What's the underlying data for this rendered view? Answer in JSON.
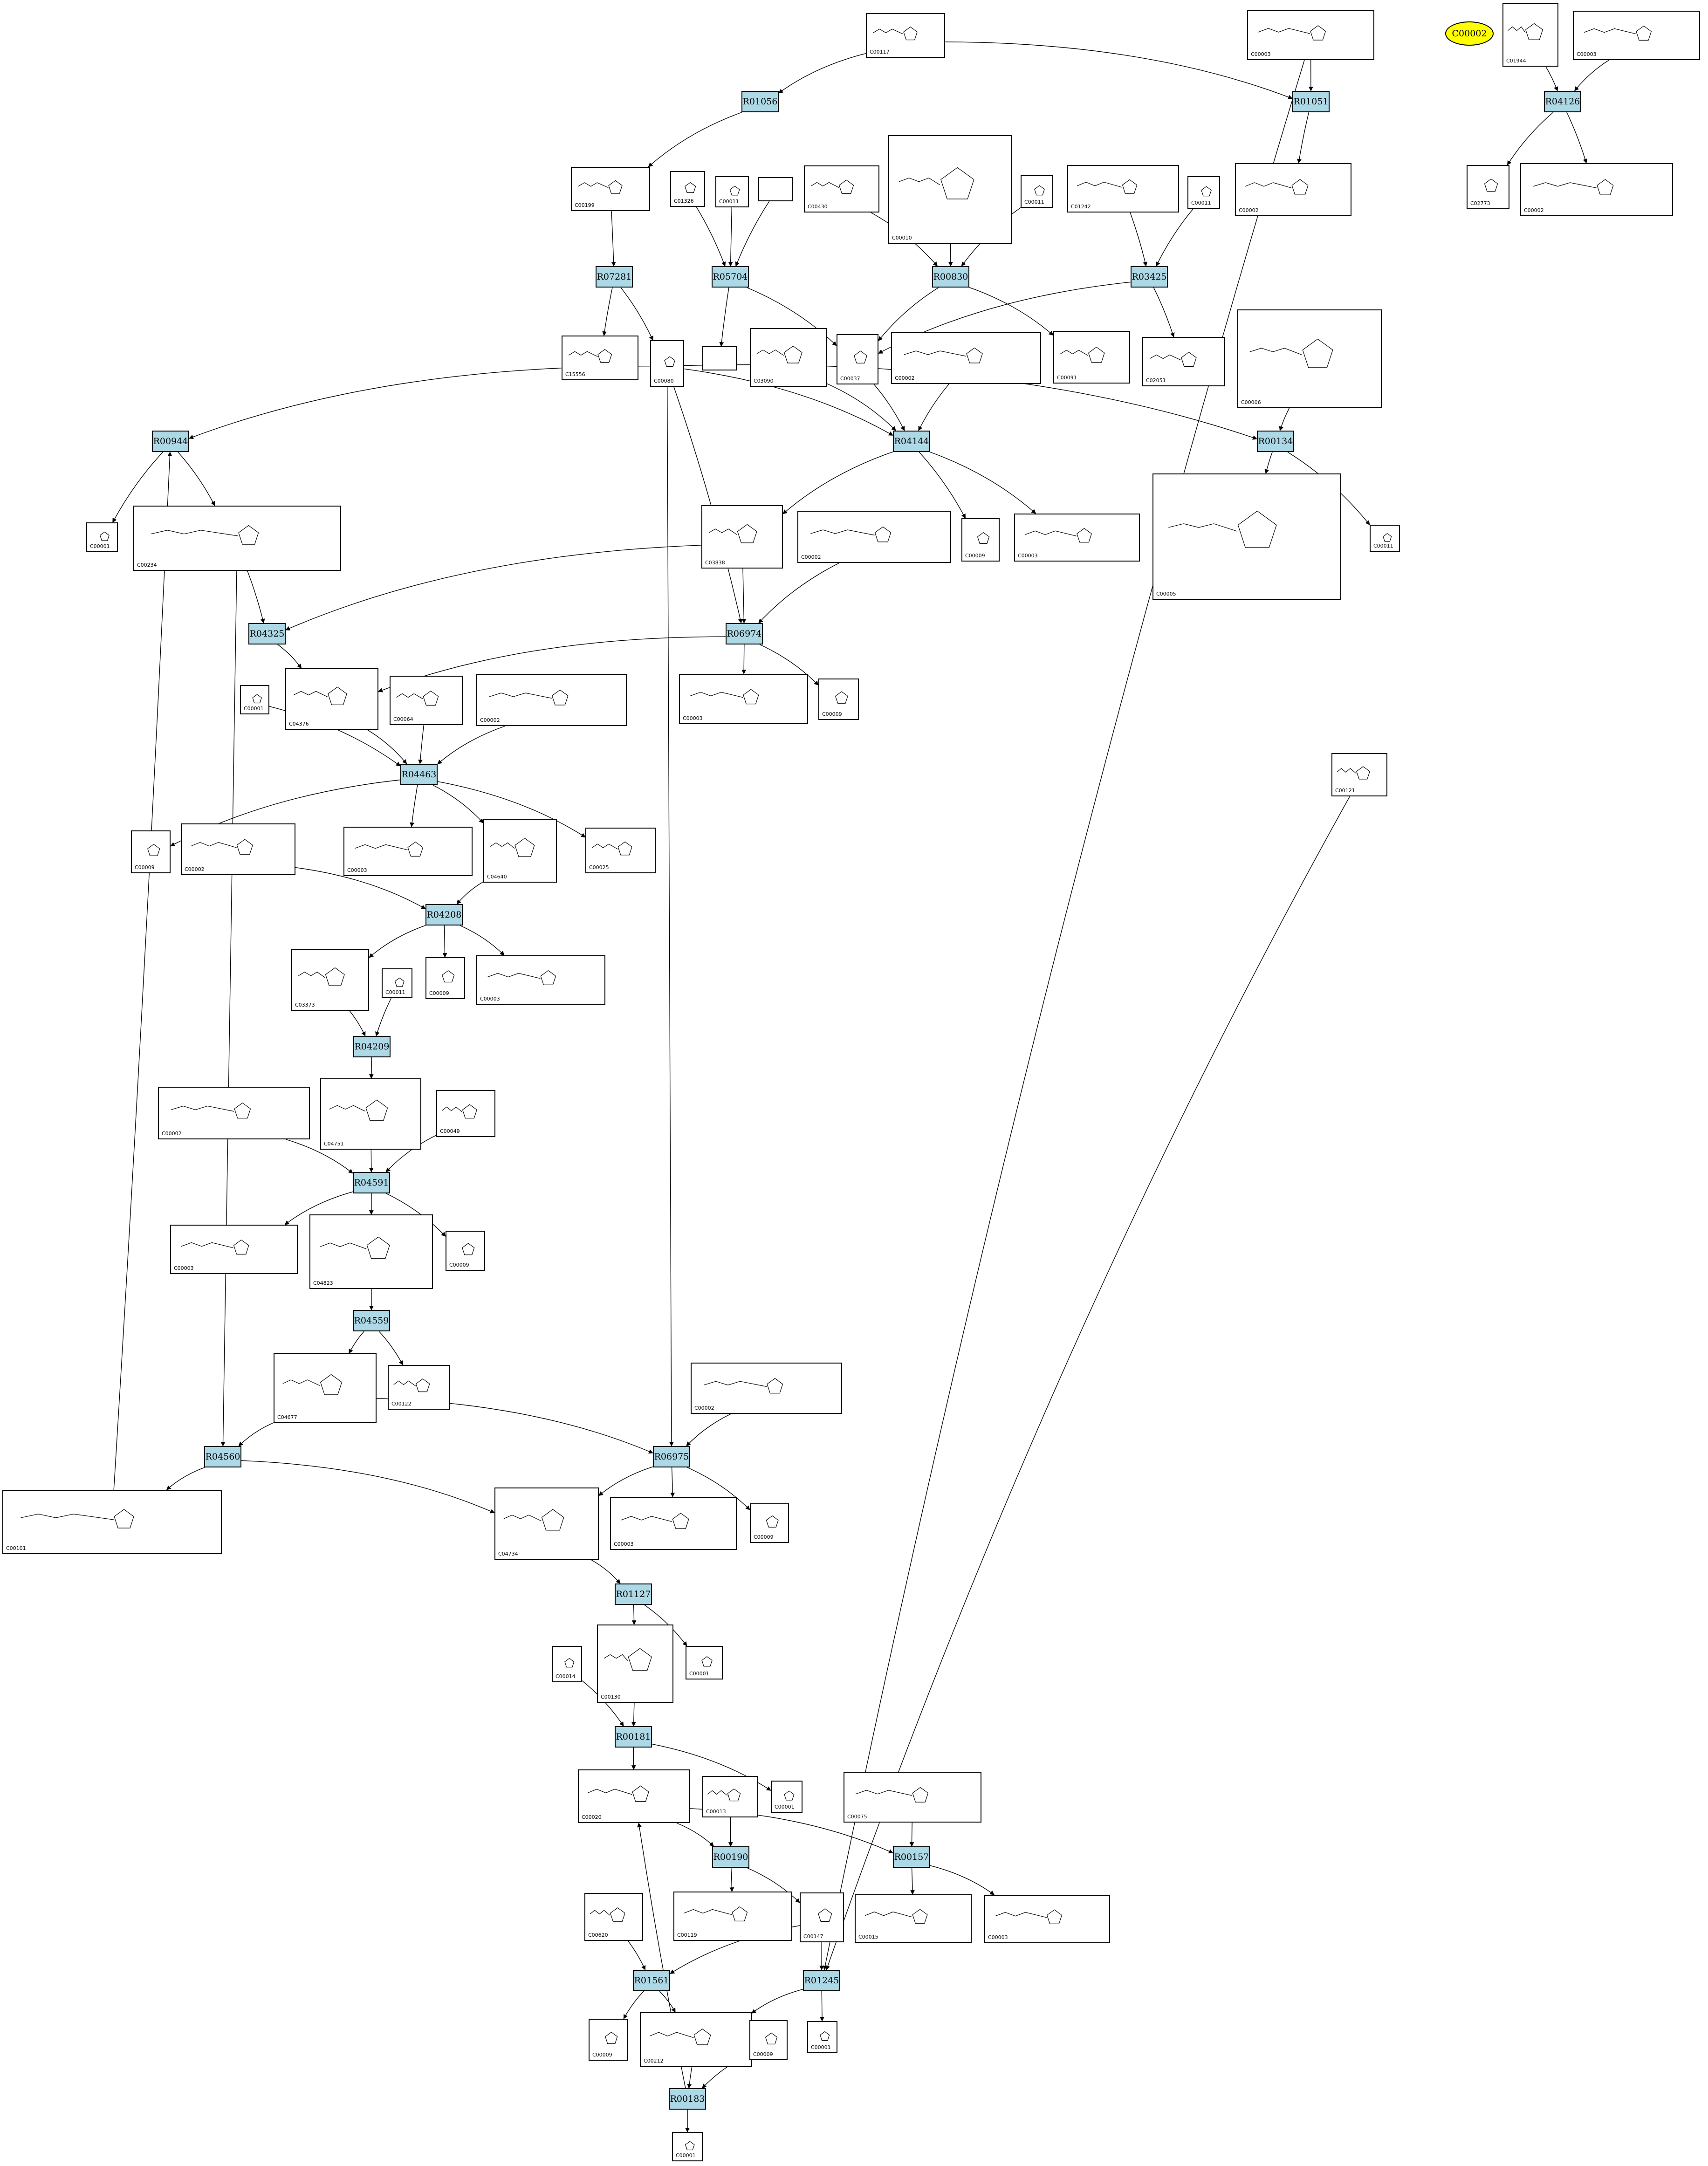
{
  "highlight": {
    "id": "C00002",
    "fill": "#ffff00"
  },
  "colors": {
    "reaction_fill": "#add8e6",
    "border": "#000000",
    "highlight": "#ffff00"
  },
  "reactions": [
    {
      "id": "R01056"
    },
    {
      "id": "R01051"
    },
    {
      "id": "R04126"
    },
    {
      "id": "R07281"
    },
    {
      "id": "R05704"
    },
    {
      "id": "R00830"
    },
    {
      "id": "R03425"
    },
    {
      "id": "R00944"
    },
    {
      "id": "R04144"
    },
    {
      "id": "R00134"
    },
    {
      "id": "R04325"
    },
    {
      "id": "R06974"
    },
    {
      "id": "R04463"
    },
    {
      "id": "R04208"
    },
    {
      "id": "R04209"
    },
    {
      "id": "R04591"
    },
    {
      "id": "R04559"
    },
    {
      "id": "R04560"
    },
    {
      "id": "R06975"
    },
    {
      "id": "R01127"
    },
    {
      "id": "R00181"
    },
    {
      "id": "R00190"
    },
    {
      "id": "R00157"
    },
    {
      "id": "R01561"
    },
    {
      "id": "R01245"
    },
    {
      "id": "R00183"
    }
  ],
  "compounds": [
    {
      "id": "C00117"
    },
    {
      "id": "C00003"
    },
    {
      "id": "C01944"
    },
    {
      "id": "C00003"
    },
    {
      "id": "C00199"
    },
    {
      "id": "C01326"
    },
    {
      "id": "C00011"
    },
    {
      "id": ""
    },
    {
      "id": "C00430"
    },
    {
      "id": "C00010"
    },
    {
      "id": "C00011"
    },
    {
      "id": "C01242"
    },
    {
      "id": "C00011"
    },
    {
      "id": "C00002"
    },
    {
      "id": "C02773"
    },
    {
      "id": "C00002"
    },
    {
      "id": "C15556"
    },
    {
      "id": "C00080"
    },
    {
      "id": ""
    },
    {
      "id": "C03090"
    },
    {
      "id": "C00037"
    },
    {
      "id": "C00002"
    },
    {
      "id": "C00091"
    },
    {
      "id": "C02051"
    },
    {
      "id": "C00006"
    },
    {
      "id": "C00001"
    },
    {
      "id": "C00234"
    },
    {
      "id": "C03838"
    },
    {
      "id": "C00002"
    },
    {
      "id": "C00009"
    },
    {
      "id": "C00003"
    },
    {
      "id": "C00005"
    },
    {
      "id": "C00011"
    },
    {
      "id": "C00001"
    },
    {
      "id": "C04376"
    },
    {
      "id": "C00064"
    },
    {
      "id": "C00002"
    },
    {
      "id": "C00003"
    },
    {
      "id": "C00009"
    },
    {
      "id": "C00121"
    },
    {
      "id": "C00009"
    },
    {
      "id": "C00002"
    },
    {
      "id": "C00003"
    },
    {
      "id": "C04640"
    },
    {
      "id": "C00025"
    },
    {
      "id": "C03373"
    },
    {
      "id": "C00011"
    },
    {
      "id": "C00009"
    },
    {
      "id": "C00003"
    },
    {
      "id": "C04751"
    },
    {
      "id": "C00002"
    },
    {
      "id": "C00049"
    },
    {
      "id": "C00003"
    },
    {
      "id": "C04823"
    },
    {
      "id": "C00009"
    },
    {
      "id": "C04677"
    },
    {
      "id": "C00122"
    },
    {
      "id": "C00002"
    },
    {
      "id": "C00101"
    },
    {
      "id": "C04734"
    },
    {
      "id": "C00003"
    },
    {
      "id": "C00009"
    },
    {
      "id": "C00001"
    },
    {
      "id": "C00014"
    },
    {
      "id": "C00130"
    },
    {
      "id": "C00020"
    },
    {
      "id": "C00013"
    },
    {
      "id": "C00001"
    },
    {
      "id": "C00075"
    },
    {
      "id": "C00620"
    },
    {
      "id": "C00119"
    },
    {
      "id": "C00147"
    },
    {
      "id": "C00015"
    },
    {
      "id": "C00003"
    },
    {
      "id": "C00009"
    },
    {
      "id": "C00212"
    },
    {
      "id": "C00009"
    },
    {
      "id": "C00001"
    },
    {
      "id": "C00001"
    }
  ]
}
